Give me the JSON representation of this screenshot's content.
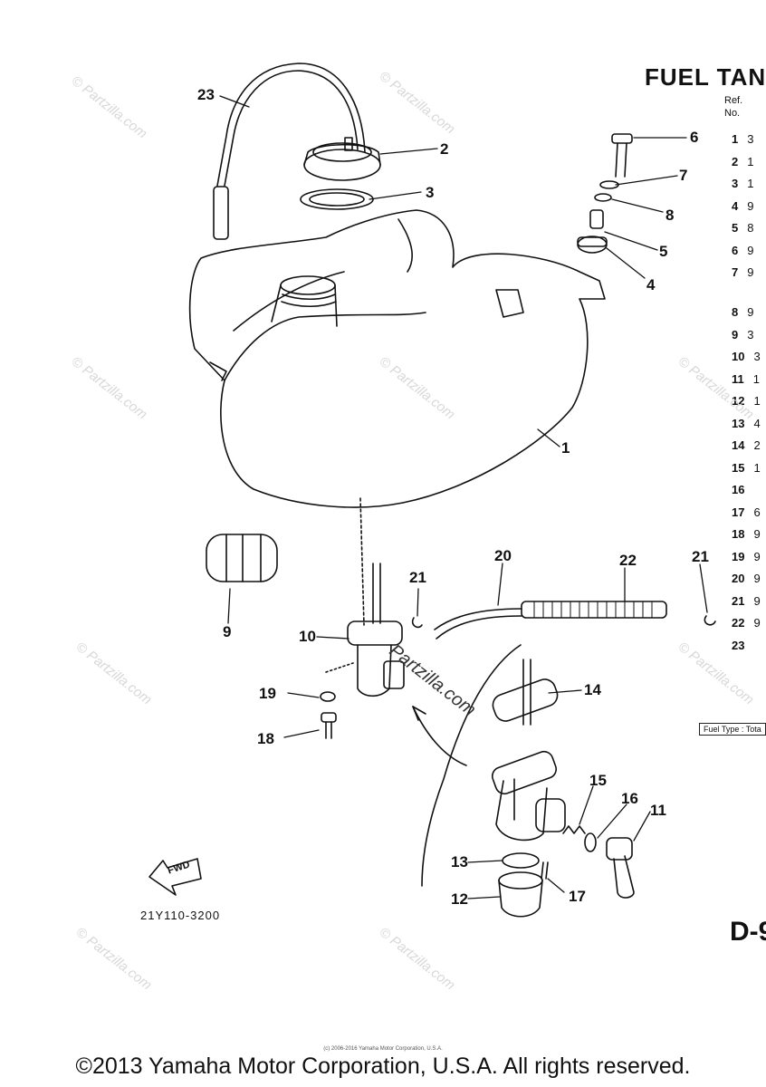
{
  "header": {
    "title": "FUEL TAN",
    "ref_label": "Ref.",
    "no_label": "No."
  },
  "ref_numbers": [
    "1",
    "2",
    "3",
    "4",
    "5",
    "6",
    "7",
    "8",
    "9",
    "10",
    "11",
    "12",
    "13",
    "14",
    "15",
    "16",
    "17",
    "18",
    "19",
    "20",
    "21",
    "22",
    "23"
  ],
  "ref_truncated": [
    "3",
    "1",
    "1",
    "9",
    "8",
    "9",
    "9",
    "",
    "9",
    "3",
    "3",
    "1",
    "1",
    "4",
    "2",
    "1",
    "",
    "6",
    "9",
    "9",
    "9",
    "9",
    "9"
  ],
  "callouts": {
    "c1": "1",
    "c2": "2",
    "c3": "3",
    "c4": "4",
    "c5": "5",
    "c6": "6",
    "c7": "7",
    "c8": "8",
    "c9": "9",
    "c10": "10",
    "c11": "11",
    "c12": "12",
    "c13": "13",
    "c14": "14",
    "c15": "15",
    "c16": "16",
    "c17": "17",
    "c18": "18",
    "c19": "19",
    "c20": "20",
    "c21a": "21",
    "c21b": "21",
    "c22": "22",
    "c23": "23"
  },
  "fwd_label": "FWD",
  "figure_code": "21Y110-3200",
  "page_code": "D-9",
  "fuel_type_note": "Fuel Type : Tota",
  "watermark_text": "© Partzilla.com",
  "center_watermark": "Partzilla.com",
  "copyright_small": "(c) 2006-2016 Yamaha Motor Corporation, U.S.A.",
  "copyright": "©2013 Yamaha Motor Corporation, U.S.A. All rights reserved."
}
